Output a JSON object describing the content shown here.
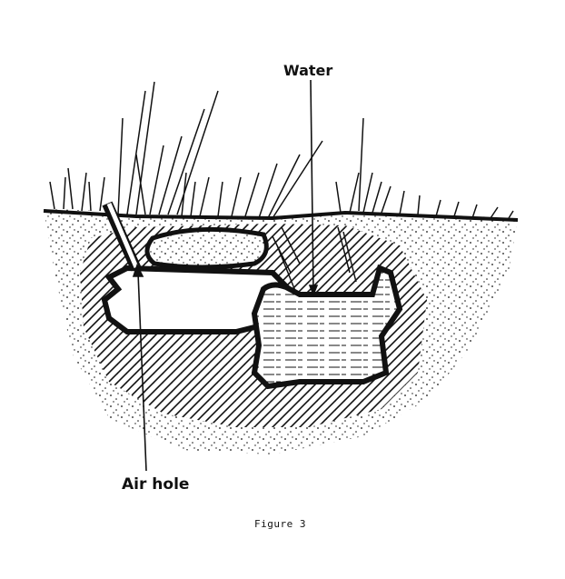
{
  "labels": {
    "water": "Water",
    "air_hole": "Air hole"
  },
  "caption": "Figure 3",
  "colors": {
    "ink": "#111111",
    "paper": "#ffffff"
  }
}
